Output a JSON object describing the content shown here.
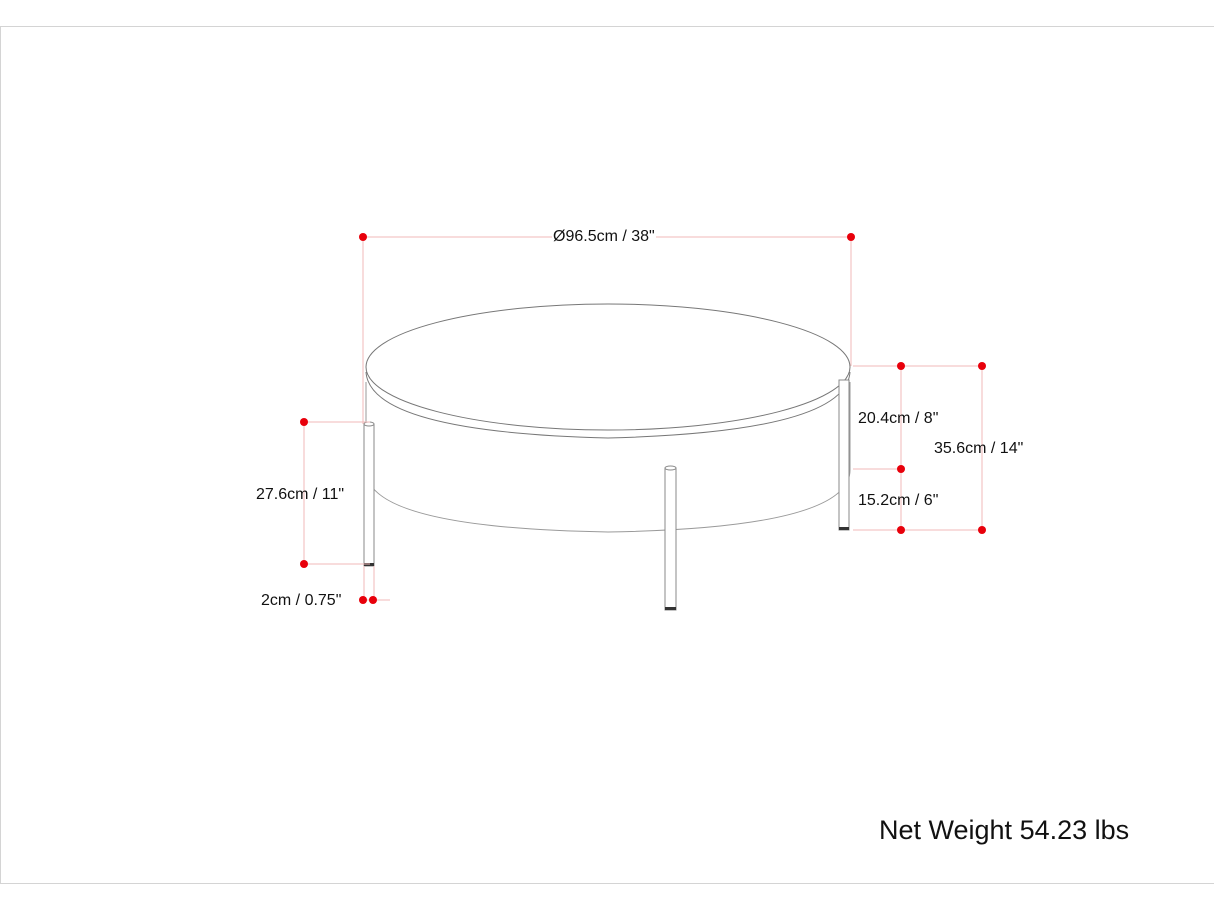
{
  "product": {
    "type": "Round coffee table",
    "view": "Dimension drawing"
  },
  "dimensions": {
    "diameter": "Ø96.5cm / 38\"",
    "drawer_height": "20.4cm / 8\"",
    "total_height": "35.6cm / 14\"",
    "leg_clearance": "15.2cm / 6\"",
    "leg_height": "27.6cm / 11\"",
    "leg_width": "2cm / 0.75\""
  },
  "footer": {
    "net_weight": "Net Weight 54.23 lbs"
  },
  "colors": {
    "dimension_point": "#e8000b",
    "dimension_line": "#f2b8b8",
    "outline": "#8a8a8a",
    "text": "#111111"
  }
}
